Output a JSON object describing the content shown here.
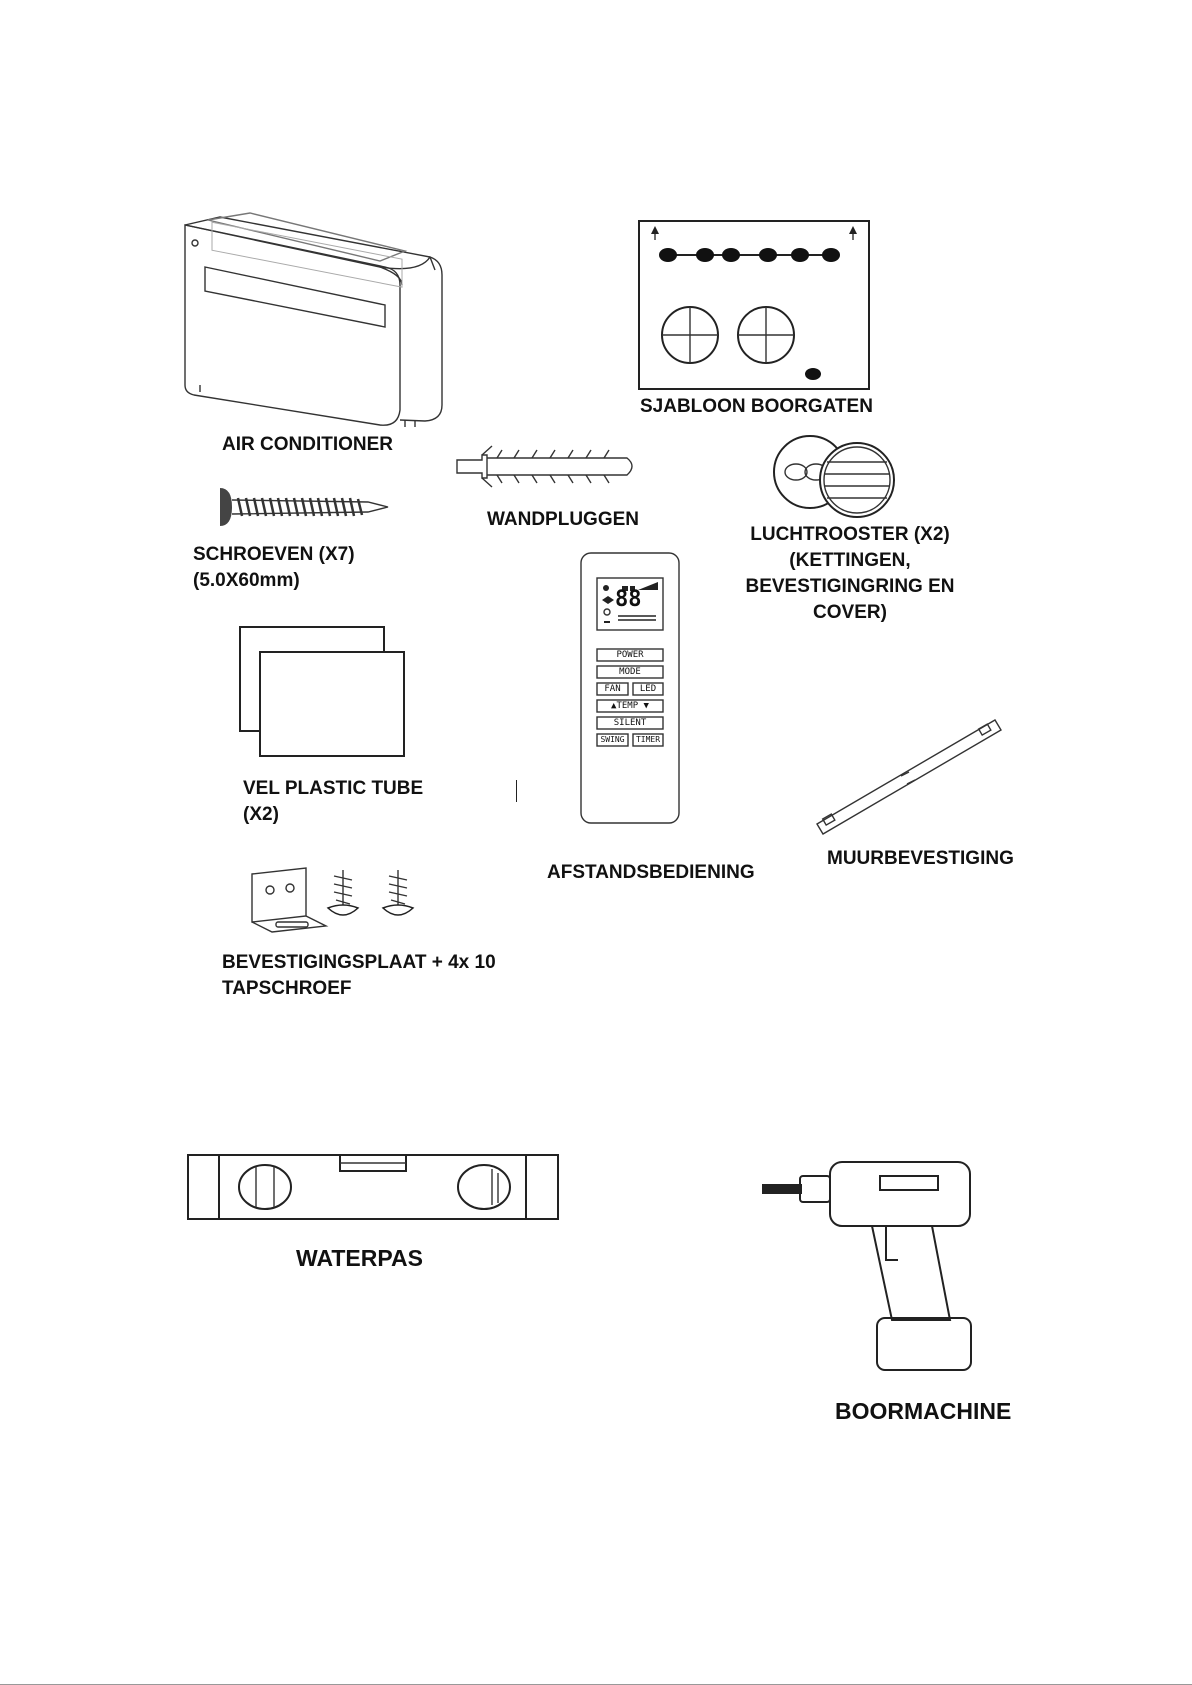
{
  "items": {
    "air_conditioner": "AIR CONDITIONER",
    "template": "SJABLOON BOORGATEN",
    "wall_plugs": "WANDPLUGGEN",
    "screws": "SCHROEVEN (X7)\n(5.0X60mm)",
    "air_grille": "LUCHTROOSTER (X2)\n(KETTINGEN,\nBEVESTIGINGRING EN\nCOVER)",
    "plastic_sheet": "VEL PLASTIC TUBE\n(X2)",
    "remote": "AFSTANDSBEDIENING",
    "wall_bracket": "MUURBEVESTIGING",
    "mounting_plate": "BEVESTIGINGSPLAAT + 4x 10\nTAPSCHROEF",
    "spirit_level": "WATERPAS",
    "drill": "BOORMACHINE"
  },
  "remote_buttons": {
    "power": "POWER",
    "mode": "MODE",
    "fan": "FAN",
    "led": "LED",
    "temp": "▲TEMP ▼",
    "silent": "SILENT",
    "swing": "SWING",
    "timer": "TIMER"
  },
  "remote_display": "88"
}
